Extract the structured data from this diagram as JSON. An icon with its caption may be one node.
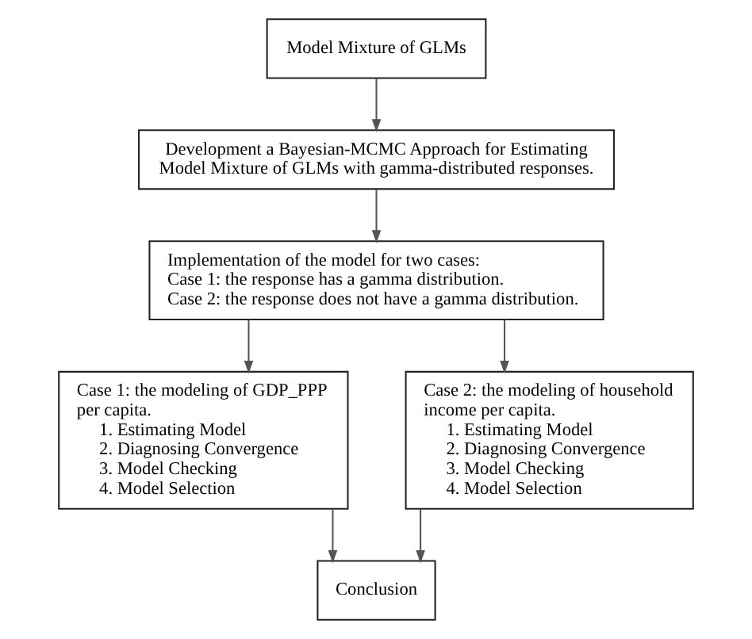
{
  "diagram": {
    "nodes": [
      {
        "text": [
          "Model Mixture of GLMs"
        ]
      },
      {
        "text": [
          "Development a Bayesian-MCMC Approach for Estimating Model Mixture of GLMs with gamma-distributed responses."
        ]
      },
      {
        "text": [
          "Implementation of the model for two cases:",
          "Case 1: the response has a gamma distribution.",
          "Case 2: the response does not have a gamma distribution."
        ]
      },
      {
        "text": [
          "Case 1: the modeling of GDP_PPP per capita.",
          "1. Estimating Model",
          "2. Diagnosing Convergence",
          "3. Model Checking",
          "4. Model Selection"
        ]
      },
      {
        "text": [
          "Case 2: the modeling of household income per capita.",
          "1. Estimating Model",
          "2. Diagnosing Convergence",
          "3. Model Checking",
          "4. Model Selection"
        ]
      },
      {
        "text": [
          "Conclusion"
        ]
      }
    ],
    "edges": [
      {
        "from": 0,
        "to": 1,
        "arrow": "to"
      },
      {
        "from": 1,
        "to": 2,
        "arrow": "to"
      },
      {
        "from": 2,
        "to": 3,
        "arrow": "to"
      },
      {
        "from": 2,
        "to": 4,
        "arrow": "to"
      },
      {
        "from": 3,
        "to": 5,
        "arrow": "to"
      },
      {
        "from": 4,
        "to": 5,
        "arrow": "to"
      }
    ]
  }
}
